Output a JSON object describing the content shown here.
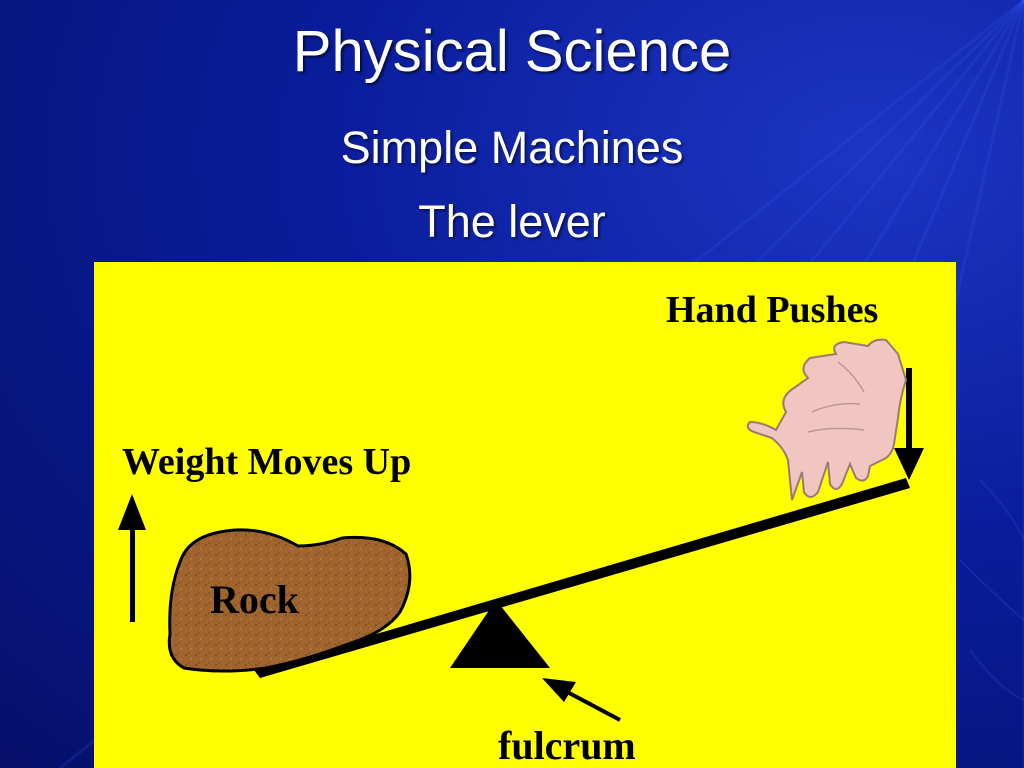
{
  "slide": {
    "title": "Physical Science",
    "subtitle": "Simple Machines",
    "topic": "The lever"
  },
  "diagram": {
    "labels": {
      "hand": "Hand Pushes",
      "weight": "Weight Moves Up",
      "rock": "Rock",
      "fulcrum": "fulcrum"
    }
  },
  "colors": {
    "background": "#0a1c9a",
    "panel": "#ffff00",
    "rock": "#a0652e",
    "hand": "#f2c6c0",
    "ink": "#000000",
    "text": "#ffffff"
  },
  "icons": [
    "hand-icon",
    "rock-icon",
    "fulcrum-icon",
    "arrow-up-icon",
    "arrow-down-icon"
  ]
}
